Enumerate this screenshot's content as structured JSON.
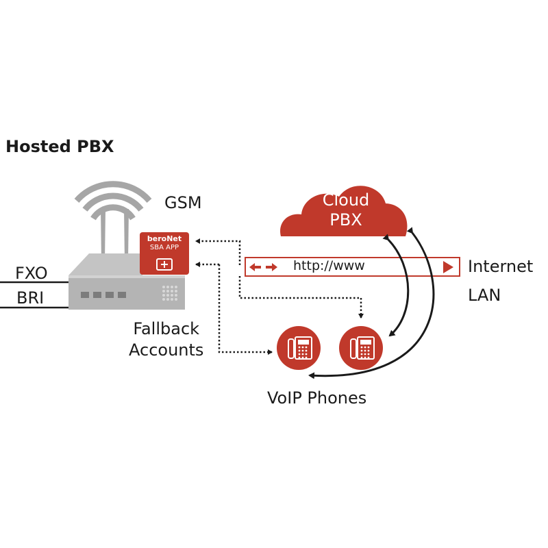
{
  "title": "Hosted PBX",
  "labels": {
    "gsm": "GSM",
    "fxo": "FXO",
    "bri": "BRI",
    "fallback_line1": "Fallback",
    "fallback_line2": "Accounts",
    "internet": "Internet",
    "lan": "LAN",
    "voip_phones": "VoIP Phones"
  },
  "cloud": {
    "line1": "Cloud",
    "line2": "PBX"
  },
  "url_bar": {
    "text": "http://www"
  },
  "app_badge": {
    "line1": "beroNet",
    "line2": "SBA APP"
  },
  "colors": {
    "accent": "#c0392b",
    "device_gray": "#b8b8b8",
    "wave_gray": "#a6a6a6",
    "text": "#1a1a1a"
  }
}
